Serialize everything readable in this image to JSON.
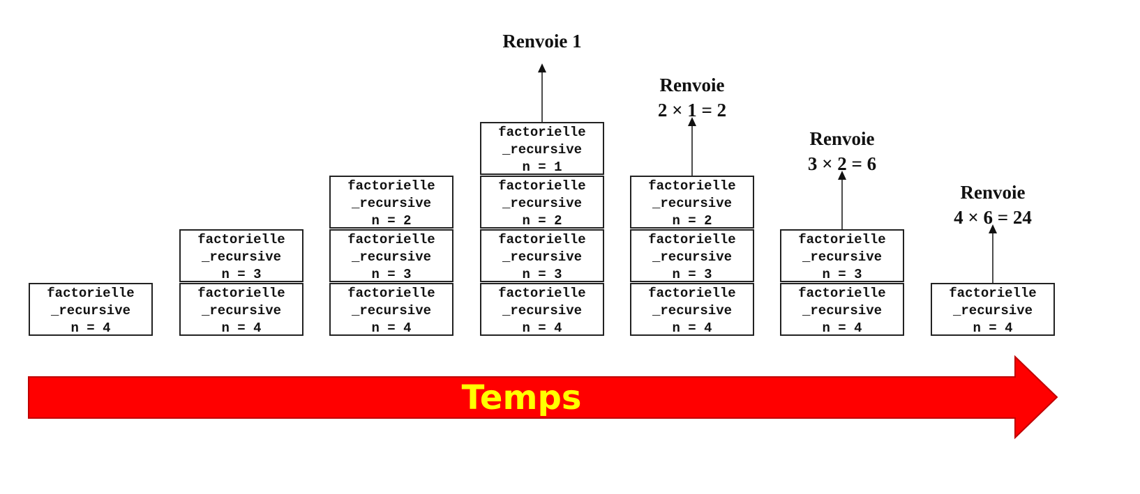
{
  "function_name_line1": "factorielle",
  "function_name_line2": "_recursive",
  "columns": [
    {
      "frames": [
        "n = 4"
      ]
    },
    {
      "frames": [
        "n = 4",
        "n = 3"
      ]
    },
    {
      "frames": [
        "n = 4",
        "n = 3",
        "n = 2"
      ]
    },
    {
      "frames": [
        "n = 4",
        "n = 3",
        "n = 2",
        "n = 1"
      ],
      "return": [
        "Renvoie 1"
      ]
    },
    {
      "frames": [
        "n = 4",
        "n = 3",
        "n = 2"
      ],
      "return": [
        "Renvoie",
        "2 × 1 = 2"
      ]
    },
    {
      "frames": [
        "n = 4",
        "n = 3"
      ],
      "return": [
        "Renvoie",
        "3 × 2 = 6"
      ]
    },
    {
      "frames": [
        "n = 4"
      ],
      "return": [
        "Renvoie",
        "4 × 6 = 24"
      ]
    }
  ],
  "time_arrow": {
    "label": "Temps",
    "color": "#ff0000",
    "text_color": "#ffff00"
  }
}
